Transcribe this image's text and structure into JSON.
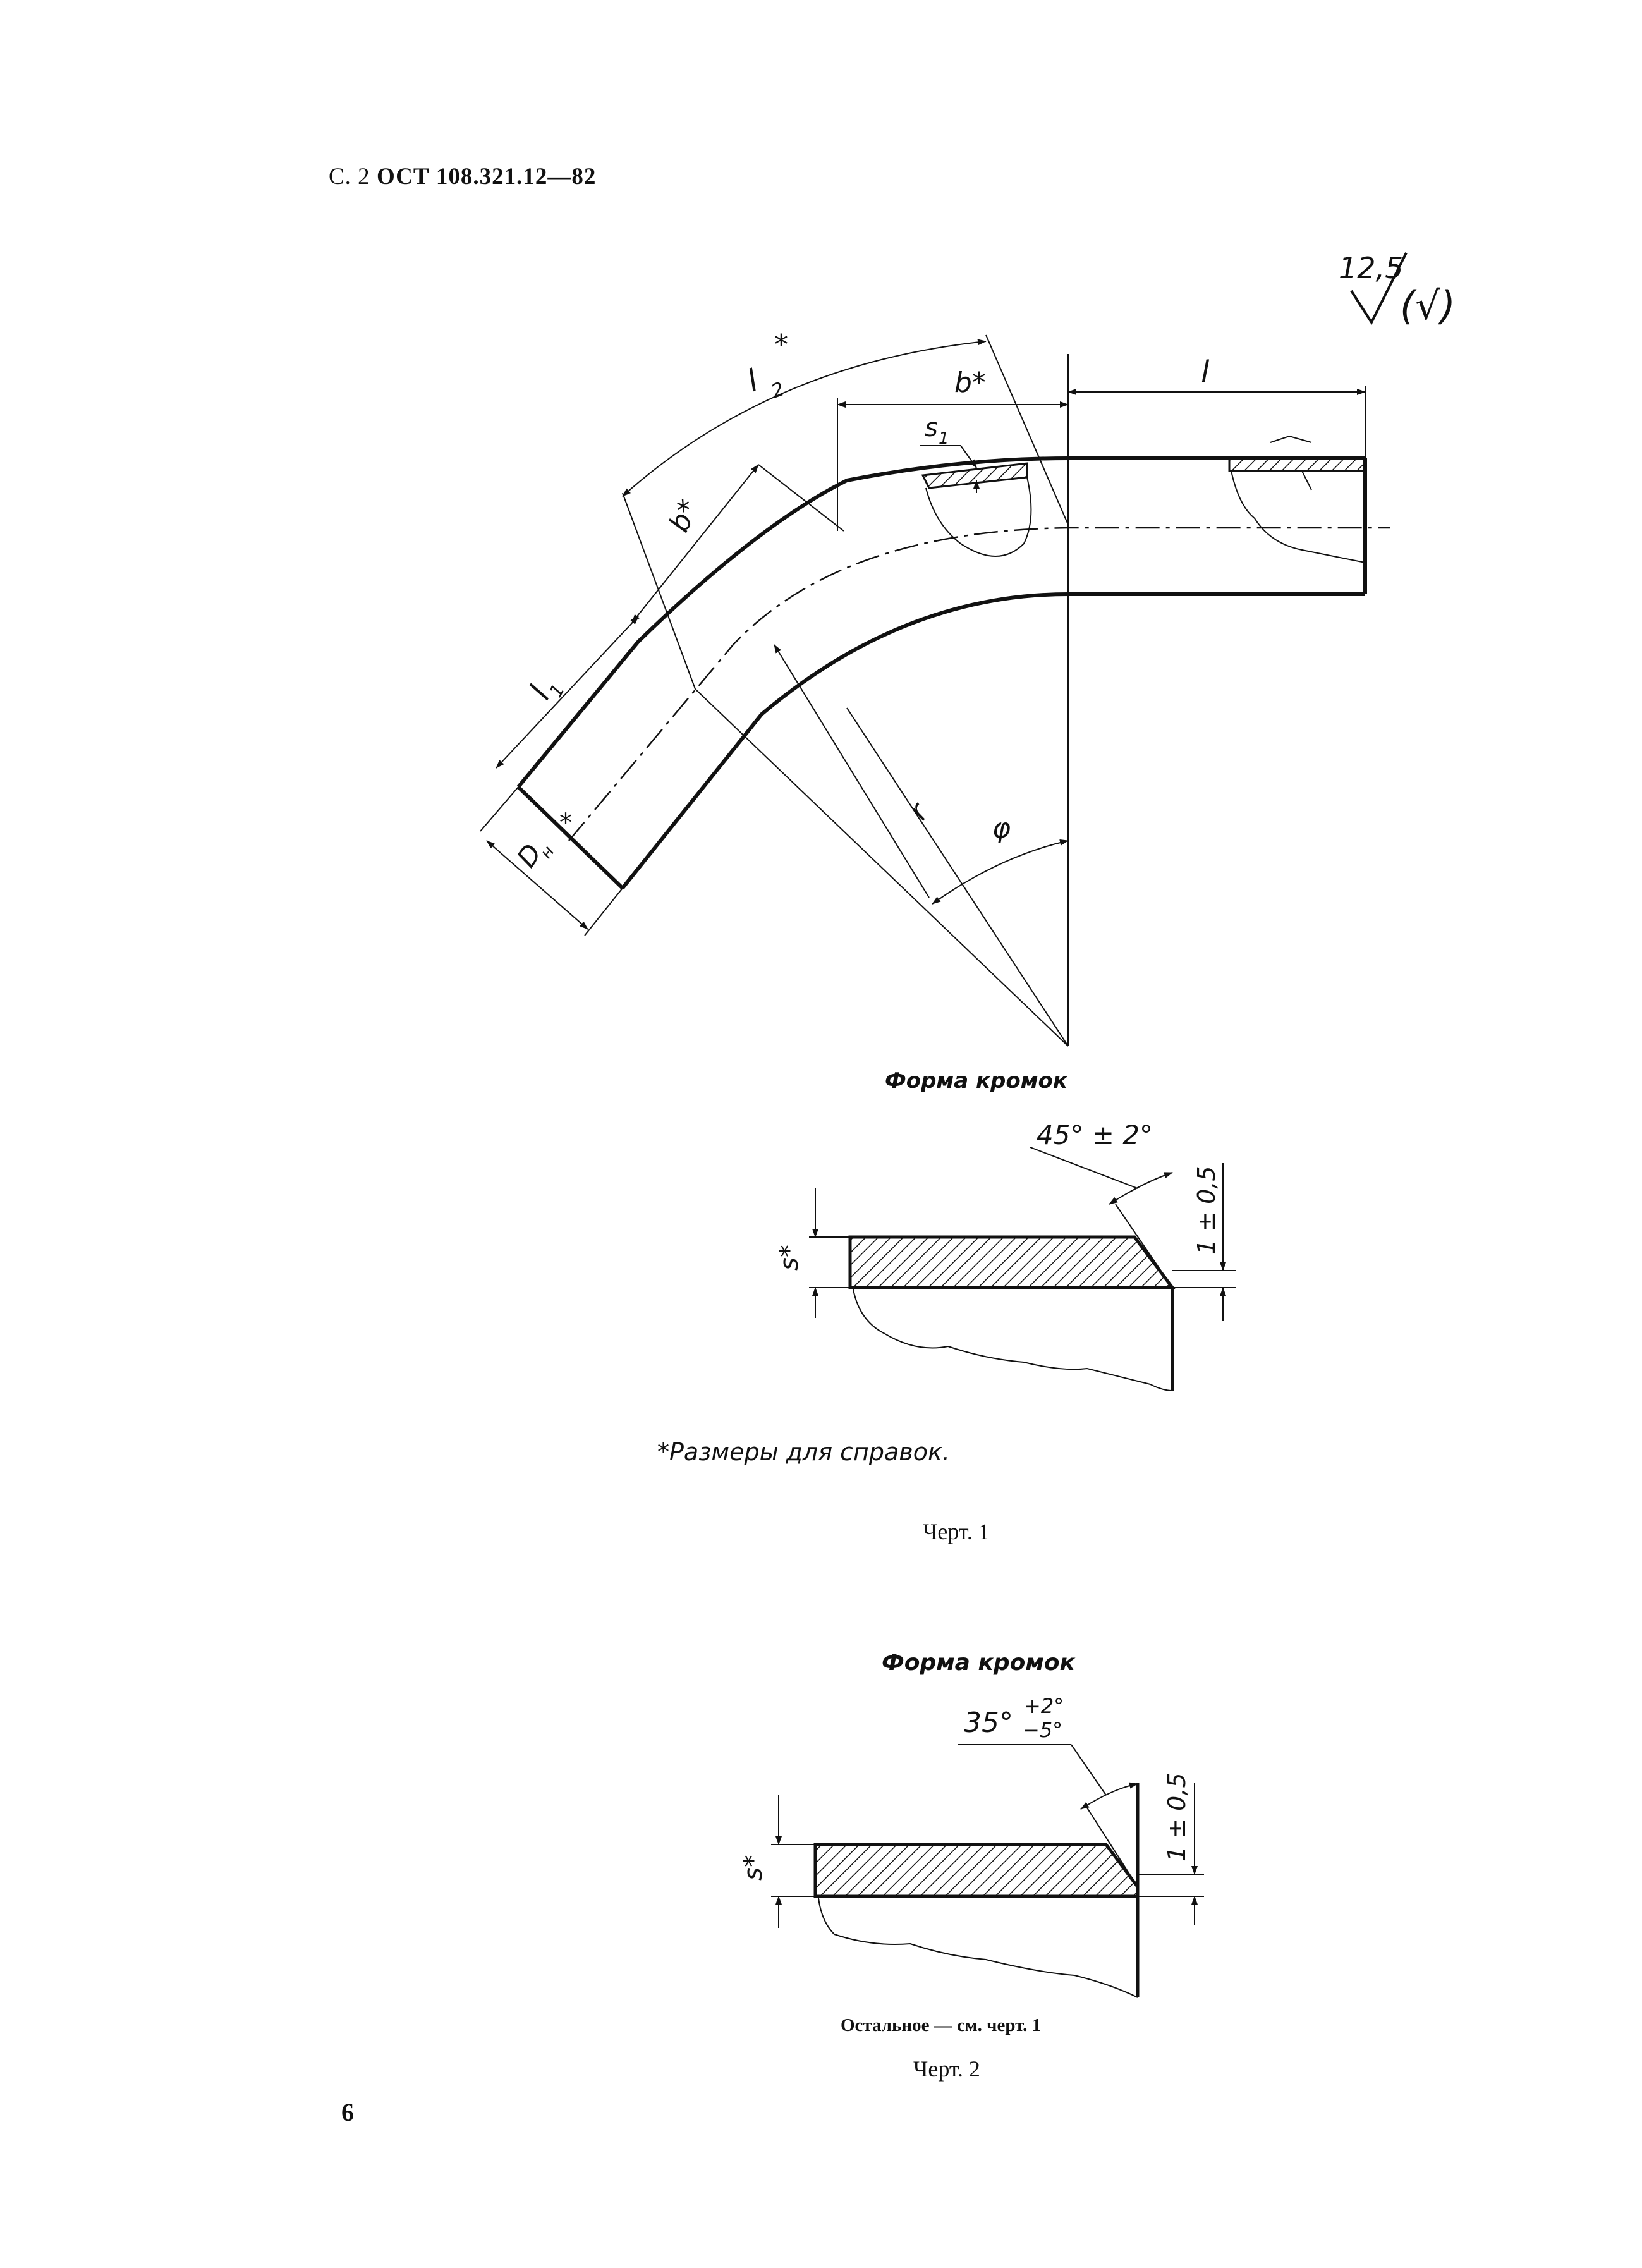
{
  "header": {
    "page_prefix": "С. 2",
    "doc_code": "ОСТ 108.321.12—82"
  },
  "roughness": {
    "value": "12,5",
    "rest_mark": "(√)"
  },
  "drawing1": {
    "labels": {
      "l2_arc": "l",
      "l2_sub": "2",
      "l2_star": "*",
      "b_top": "b*",
      "l": "l",
      "s1": "s",
      "s1_sub": "1",
      "b_diag": "b*",
      "l1": "l",
      "l1_sub": "1",
      "dn": "D",
      "dn_sub": "н",
      "dn_star": "*",
      "r": "r",
      "phi": "φ"
    }
  },
  "detail1": {
    "title": "Форма кромок",
    "angle": "45° ± 2°",
    "dim": "1 ± 0,5",
    "s_label": "s*"
  },
  "footnote": "*Размеры для справок.",
  "caption1": "Черт. 1",
  "detail2": {
    "title": "Форма кромок",
    "angle_base": "35°",
    "angle_upper": "+2°",
    "angle_lower": "−5°",
    "dim": "1 ± 0,5",
    "s_label": "s*"
  },
  "note2": "Остальное — см. черт. 1",
  "caption2": "Черт. 2",
  "page_number": "6"
}
